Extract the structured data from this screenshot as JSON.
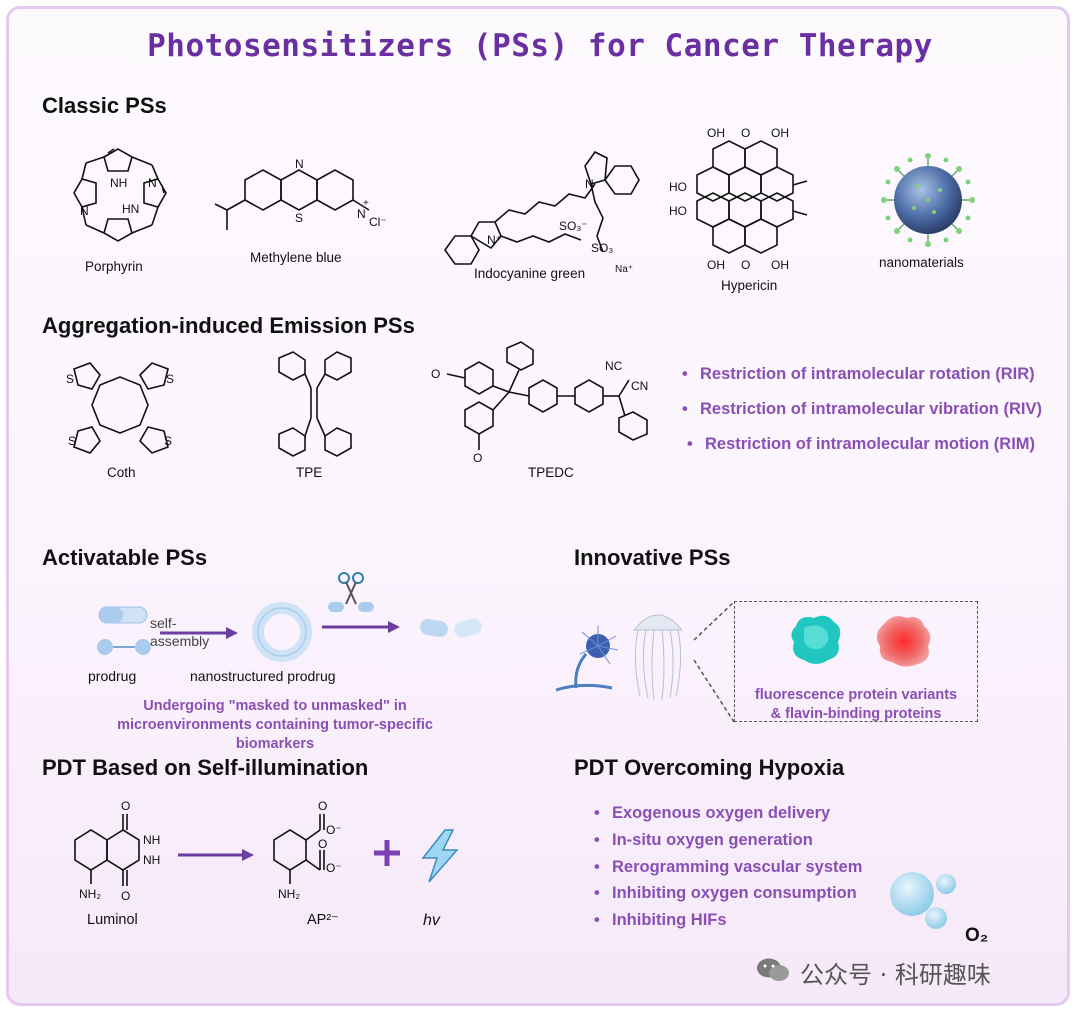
{
  "title": "Photosensitizers (PSs) for Cancer Therapy",
  "classic": {
    "heading": "Classic PSs",
    "items": [
      "Porphyrin",
      "Methylene blue",
      "Indocyanine green",
      "Hypericin",
      "nanomaterials"
    ]
  },
  "aie": {
    "heading": "Aggregation-induced Emission PSs",
    "items": [
      "Coth",
      "TPE",
      "TPEDC"
    ],
    "mechanisms": [
      "Restriction of intramolecular rotation (RIR)",
      "Restriction of intramolecular vibration (RIV)",
      "Restriction of intramolecular motion (RIM)"
    ]
  },
  "activatable": {
    "heading": "Activatable PSs",
    "self_assembly": "self-\nassembly",
    "prodrug": "prodrug",
    "nanostructured": "nanostructured prodrug",
    "note": "Undergoing \"masked to unmasked\" in microenvironments containing tumor-specific biomarkers"
  },
  "innovative": {
    "heading": "Innovative PSs",
    "box_line1": "fluorescence protein variants",
    "box_line2": "& flavin-binding proteins"
  },
  "self_illumination": {
    "heading": "PDT Based on Self-illumination",
    "luminol": "Luminol",
    "ap": "AP²⁻",
    "hv": "hv"
  },
  "hypoxia": {
    "heading": "PDT Overcoming Hypoxia",
    "items": [
      "Exogenous oxygen delivery",
      "In-situ oxygen generation",
      "Rerogramming vascular system",
      "Inhibiting oxygen consumption",
      "Inhibiting HIFs"
    ],
    "o2": "O₂"
  },
  "watermark": "公众号 · 科研趣味",
  "colors": {
    "accent": "#6a2fa0",
    "bullet": "#8a4fb4",
    "arrow": "#6b3fa0",
    "frame": "#e6c9ee"
  }
}
